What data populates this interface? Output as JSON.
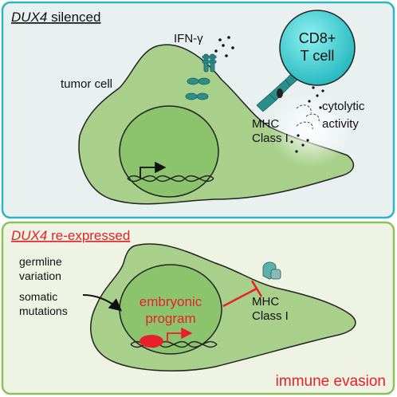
{
  "panels": {
    "top": {
      "title_gene": "DUX4",
      "title_rest": " silenced",
      "ifn_label": "IFN-γ",
      "tumor_label": "tumor cell",
      "tcell_line1": "CD8+",
      "tcell_line2": "T cell",
      "mhc_line1": "MHC",
      "mhc_line2": "Class I",
      "cyto_line1": "cytolytic",
      "cyto_line2": "activity"
    },
    "bottom": {
      "title_gene": "DUX4",
      "title_rest": " re-expressed",
      "germ_line1": "germline",
      "germ_line2": "variation",
      "som_line1": "somatic",
      "som_line2": "mutations",
      "embryo_line1": "embryonic",
      "embryo_line2": "program",
      "mhc_line1": "MHC",
      "mhc_line2": "Class I",
      "evasion": "immune evasion"
    }
  },
  "colors": {
    "top_panel_bg": "#e9f0f0",
    "top_panel_border": "#2eb5c4",
    "bottom_panel_bg": "#eef3e3",
    "bottom_panel_border": "#8fc15a",
    "cell_fill": "#a8d08a",
    "nucleus_fill": "#8cc46e",
    "tcell_fill": "#2ac4c8",
    "receptor": "#2a8f8a",
    "accent_red": "#e8202a"
  }
}
